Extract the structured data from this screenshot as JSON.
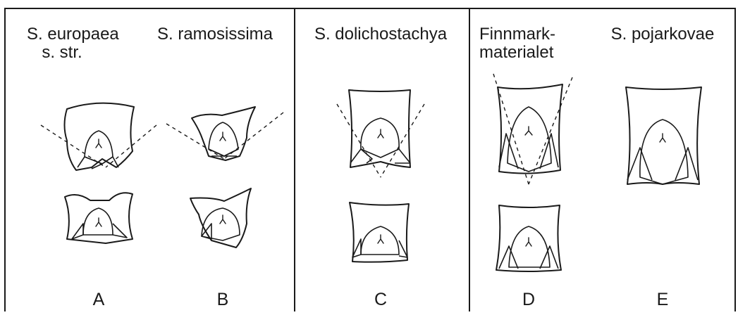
{
  "panels": [
    {
      "id": "europaea-ramosissima",
      "species": [
        {
          "line1": "S. europaea",
          "line2": "s. str."
        },
        {
          "line1": "S. ramosissima",
          "line2": ""
        }
      ],
      "letters": [
        "A",
        "B"
      ]
    },
    {
      "id": "dolichostachya",
      "species": [
        {
          "line1": "S. dolichostachya",
          "line2": ""
        }
      ],
      "letters": [
        "C"
      ]
    },
    {
      "id": "finnmark-pojarkovae",
      "species": [
        {
          "line1": "Finnmark-",
          "line2": "materialet"
        },
        {
          "line1": "S. pojarkovae",
          "line2": ""
        }
      ],
      "letters": [
        "D",
        "E"
      ]
    }
  ]
}
